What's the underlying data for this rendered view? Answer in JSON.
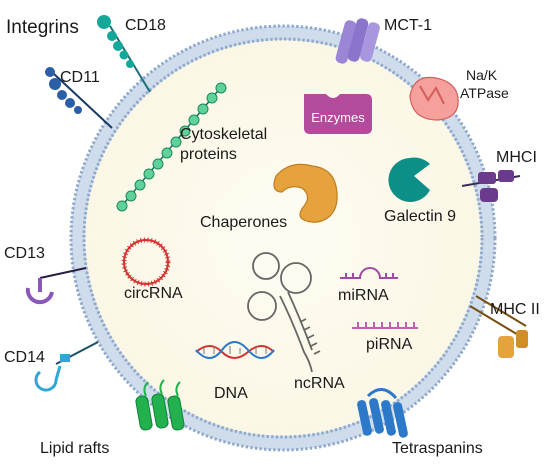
{
  "title": "Integrins",
  "labels": {
    "cd18": "CD18",
    "cd11": "CD11",
    "mct1": "MCT-1",
    "naK_line1": "Na/K",
    "naK_line2": "ATPase",
    "mhci": "MHCI",
    "cd13": "CD13",
    "cd14": "CD14",
    "mhc2": "MHC II",
    "lipid_rafts": "Lipid rafts",
    "tetraspanins": "Tetraspanins",
    "enzymes": "Enzymes",
    "cytoskeletal_line1": "Cytoskeletal",
    "cytoskeletal_line2": "proteins",
    "chaperones": "Chaperones",
    "galectin": "Galectin 9",
    "circrna": "circRNA",
    "mirna": "miRNA",
    "pirna": "piRNA",
    "ncrna": "ncRNA",
    "dna": "DNA"
  },
  "colors": {
    "membrane": "#8fa9cc",
    "lumen": "#fdfbf0",
    "teal": "#14a89a",
    "purple_light": "#9b86d6",
    "salmon": "#f08a86",
    "magenta": "#b44a9c",
    "orange": "#e6a23c",
    "darkteal": "#0c8f86",
    "violet": "#6a3a8c",
    "blue": "#2b79c8",
    "green": "#22b14c",
    "red": "#d63131"
  }
}
